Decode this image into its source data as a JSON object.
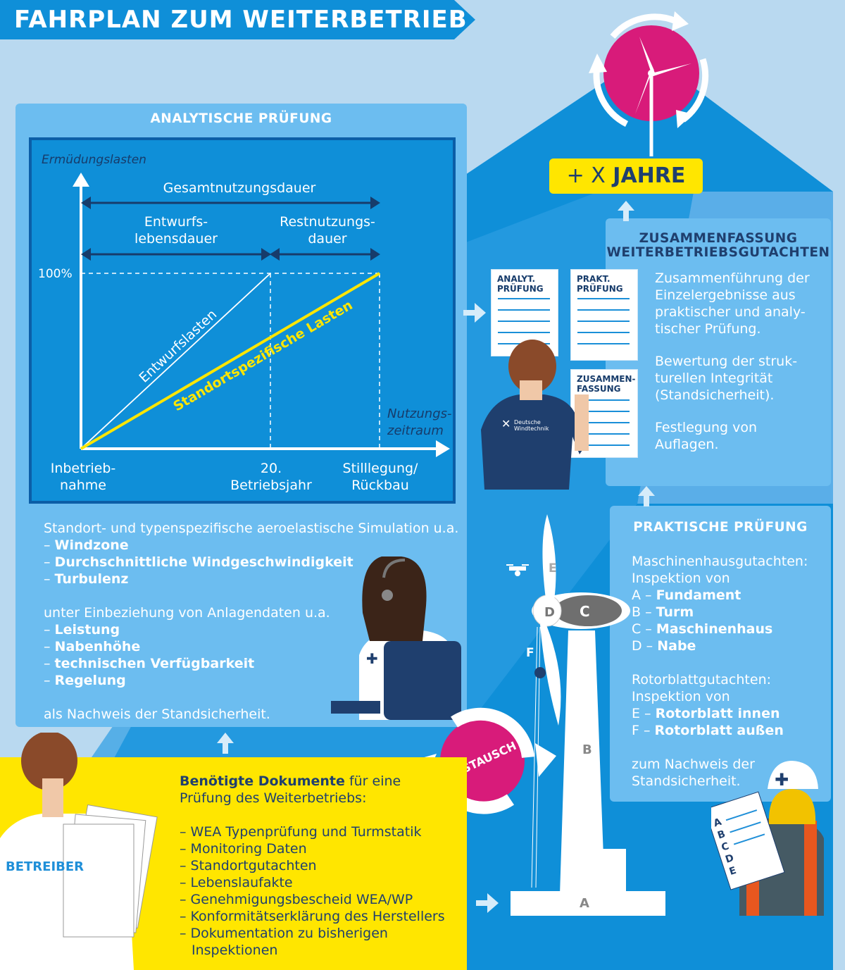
{
  "title": "FAHRPLAN ZUM WEITERBETRIEB",
  "analytic": {
    "heading": "ANALYTISCHE PRÜFUNG",
    "chart": {
      "y_axis_label": "Ermüdungslasten",
      "x_axis_label_line1": "Nutzungs-",
      "x_axis_label_line2": "zeitraum",
      "y_tick_label": "100%",
      "span_total": "Gesamtnutzungsdauer",
      "span_design_1": "Entwurfs-",
      "span_design_2": "lebensdauer",
      "span_rest_1": "Restnutzungs-",
      "span_rest_2": "dauer",
      "line_design": "Entwurfslasten",
      "line_site": "Standortspezifische Lasten",
      "x_label_start_1": "Inbetrieb-",
      "x_label_start_2": "nahme",
      "x_label_mid_1": "20.",
      "x_label_mid_2": "Betriebsjahr",
      "x_label_end_1": "Stilllegung/",
      "x_label_end_2": "Rückbau"
    },
    "sim_intro": "Standort- und typenspezifische aeroelastische Simulation u.a.",
    "sim_items": [
      "Windzone",
      "Durchschnittliche Windgeschwindigkeit",
      "Turbulenz"
    ],
    "data_intro": "unter Einbeziehung von Anlagendaten u.a.",
    "data_items": [
      "Leistung",
      "Nabenhöhe",
      "technischen Verfügbarkeit",
      "Regelung"
    ],
    "outro": "als Nachweis der Standsicherheit.",
    "dash": "–"
  },
  "result": {
    "label": "+ X JAHRE",
    "plus": "+ X",
    "jahre": "JAHRE"
  },
  "summary": {
    "heading_1": "ZUSAMMENFASSUNG",
    "heading_2": "WEITERBETRIEBSGUTACHTEN",
    "para_1": [
      "Zusammenführung der",
      "Einzelergebnisse aus",
      "praktischer und analy-",
      "tischer Prüfung."
    ],
    "para_2": [
      "Bewertung der struk-",
      "turellen Integrität",
      "(Standsicherheit)."
    ],
    "para_3": [
      "Festlegung von",
      "Auflagen."
    ],
    "doc_analyt": "ANALYT.\nPRÜFUNG",
    "doc_prakt": "PRAKT.\nPRÜFUNG",
    "doc_zus": "ZUSAMMEN-\nFASSUNG",
    "shirt_brand_1": "Deutsche",
    "shirt_brand_2": "Windtechnik"
  },
  "practical": {
    "heading": "PRAKTISCHE PRÜFUNG",
    "nacelle_1": "Maschinenhausgutachten:",
    "nacelle_2": "Inspektion von",
    "nacelle_items": [
      {
        "key": "A –",
        "label": "Fundament"
      },
      {
        "key": "B –",
        "label": "Turm"
      },
      {
        "key": "C –",
        "label": "Maschinenhaus"
      },
      {
        "key": "D –",
        "label": "Nabe"
      }
    ],
    "blade_1": "Rotorblattgutachten:",
    "blade_2": "Inspektion von",
    "blade_items": [
      {
        "key": "E –",
        "label": "Rotorblatt innen"
      },
      {
        "key": "F –",
        "label": "Rotorblatt außen"
      }
    ],
    "outro_1": "zum Nachweis der",
    "outro_2": "Standsicherheit."
  },
  "turbine_labels": {
    "a": "A",
    "b": "B",
    "c": "C",
    "d": "D",
    "e": "E",
    "f": "F"
  },
  "exchange": "AUSTAUSCH",
  "operator": {
    "shirt": "BETREIBER",
    "docs_bold": "Benötigte Dokumente",
    "docs_rest": " für eine",
    "docs_line2": "Prüfung des Weiterbetriebs:",
    "docs_items": [
      "WEA Typenprüfung und Turmstatik",
      "Monitoring Daten",
      "Standortgutachten",
      "Lebenslaufakte",
      "Genehmigungsbescheid WEA/WP",
      "Konformitätserklärung des Herstellers",
      "Dokumentation zu bisherigen"
    ],
    "docs_item_cont": "Inspektionen"
  },
  "checklist": [
    "A",
    "B",
    "C",
    "D",
    "E"
  ],
  "colors": {
    "sky": "#b9d9f0",
    "house": "#0f8fd8",
    "panel": "#6cbdf0",
    "navy": "#1f3f6e",
    "yellow": "#ffe600",
    "magenta": "#d81b7a"
  }
}
